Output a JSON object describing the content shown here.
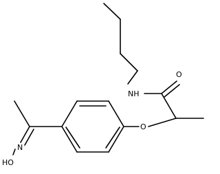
{
  "molecule": {
    "atom_labels": {
      "amide_nh": "NH",
      "carbonyl_o": "O",
      "ether_o": "O",
      "oxime_hydroxyl": "HO",
      "oxime_n": "N"
    }
  }
}
